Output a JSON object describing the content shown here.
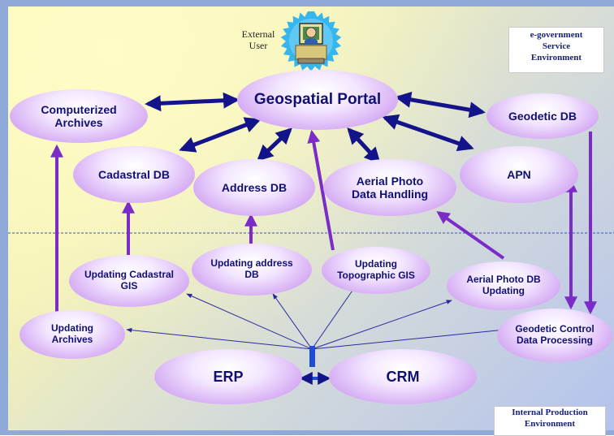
{
  "external_user": {
    "label_line1": "External",
    "label_line2": "User",
    "icon": "computer-user-icon"
  },
  "environment_labels": {
    "egovernment_line1": "e-government",
    "egovernment_line2": "Service",
    "egovernment_line3": "Environment",
    "internal_line1": "Internal Production",
    "internal_line2": "Environment"
  },
  "nodes": {
    "geospatial_portal": "Geospatial Portal",
    "computerized_archives_line1": "Computerized",
    "computerized_archives_line2": "Archives",
    "geodetic_db": "Geodetic DB",
    "cadastral_db": "Cadastral DB",
    "address_db": "Address DB",
    "aerial_photo_line1": "Aerial Photo",
    "aerial_photo_line2": "Data Handling",
    "apn": "APN",
    "updating_cadastral_line1": "Updating Cadastral",
    "updating_cadastral_line2": "GIS",
    "updating_address_line1": "Updating address",
    "updating_address_line2": "DB",
    "updating_topo_line1": "Updating",
    "updating_topo_line2": "Topographic GIS",
    "aerial_update_line1": "Aerial Photo DB",
    "aerial_update_line2": "Updating",
    "updating_archives_line1": "Updating",
    "updating_archives_line2": "Archives",
    "geodetic_control_line1": "Geodetic Control",
    "geodetic_control_line2": "Data Processing",
    "erp": "ERP",
    "crm": "CRM"
  },
  "colors": {
    "connector_dark": "#14148a",
    "connector_purple": "#7a2bc8",
    "node_edge": "#b989ec",
    "divider": "#3b4fbf"
  }
}
